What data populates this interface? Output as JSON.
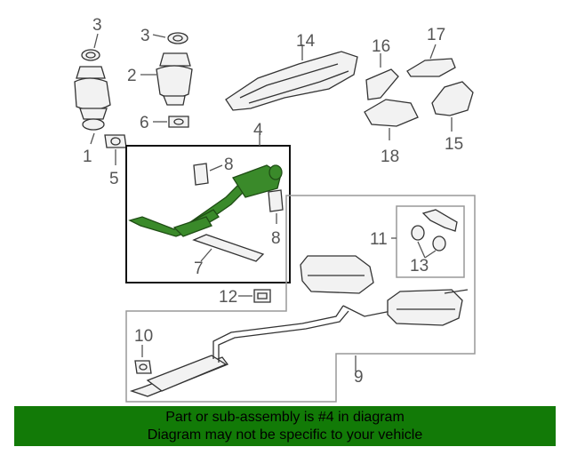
{
  "callouts": {
    "c1": "1",
    "c2": "2",
    "c3a": "3",
    "c3b": "3",
    "c4": "4",
    "c5": "5",
    "c6": "6",
    "c7": "7",
    "c8a": "8",
    "c8b": "8",
    "c9": "9",
    "c10": "10",
    "c11": "11",
    "c12": "12",
    "c13": "13",
    "c14": "14",
    "c15": "15",
    "c16": "16",
    "c17": "17",
    "c18": "18"
  },
  "highlighted_part": "4",
  "colors": {
    "highlight": "#3a8a2a",
    "banner": "#127a07"
  },
  "banner": {
    "line1": "Part or sub-assembly is #4 in diagram",
    "line2": "Diagram may not be specific to your vehicle"
  }
}
